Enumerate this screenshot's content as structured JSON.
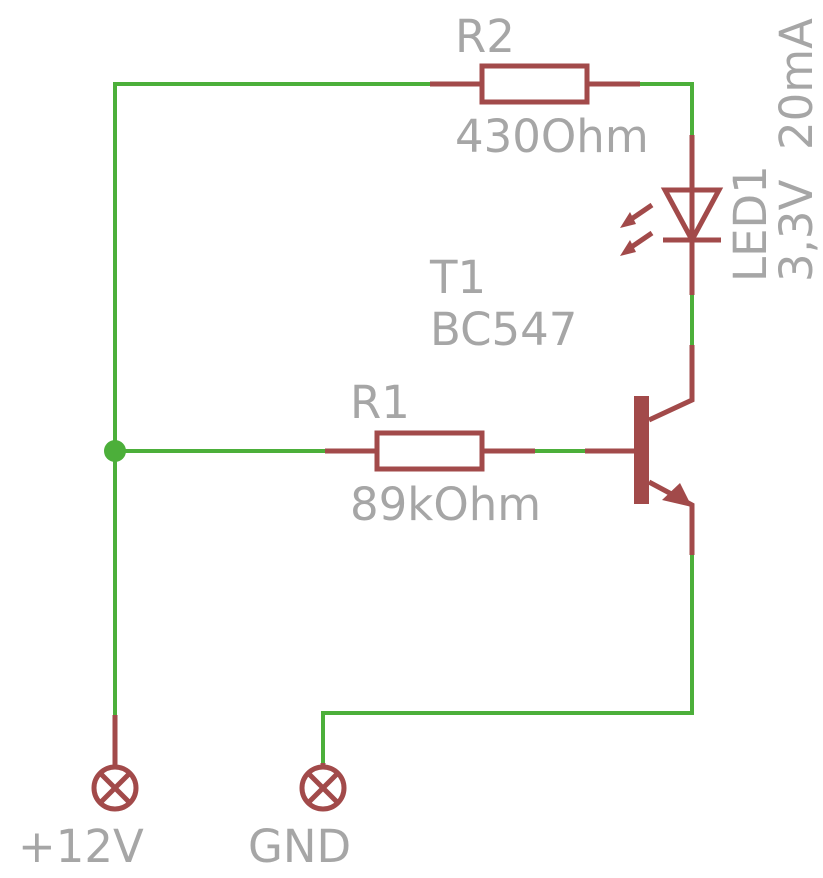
{
  "colors": {
    "wire": "#4caf3a",
    "component": "#a24a4a",
    "label": "#a6a6a6",
    "junction": "#4caf3a"
  },
  "components": {
    "r2": {
      "name": "R2",
      "value": "430Ohm"
    },
    "r1": {
      "name": "R1",
      "value": "89kOhm"
    },
    "led1": {
      "name": "LED1",
      "value": "3,3V",
      "current": "20mA"
    },
    "t1": {
      "name": "T1",
      "value": "BC547"
    },
    "terminal_vcc": {
      "name": "+12V"
    },
    "terminal_gnd": {
      "name": "GND"
    }
  }
}
